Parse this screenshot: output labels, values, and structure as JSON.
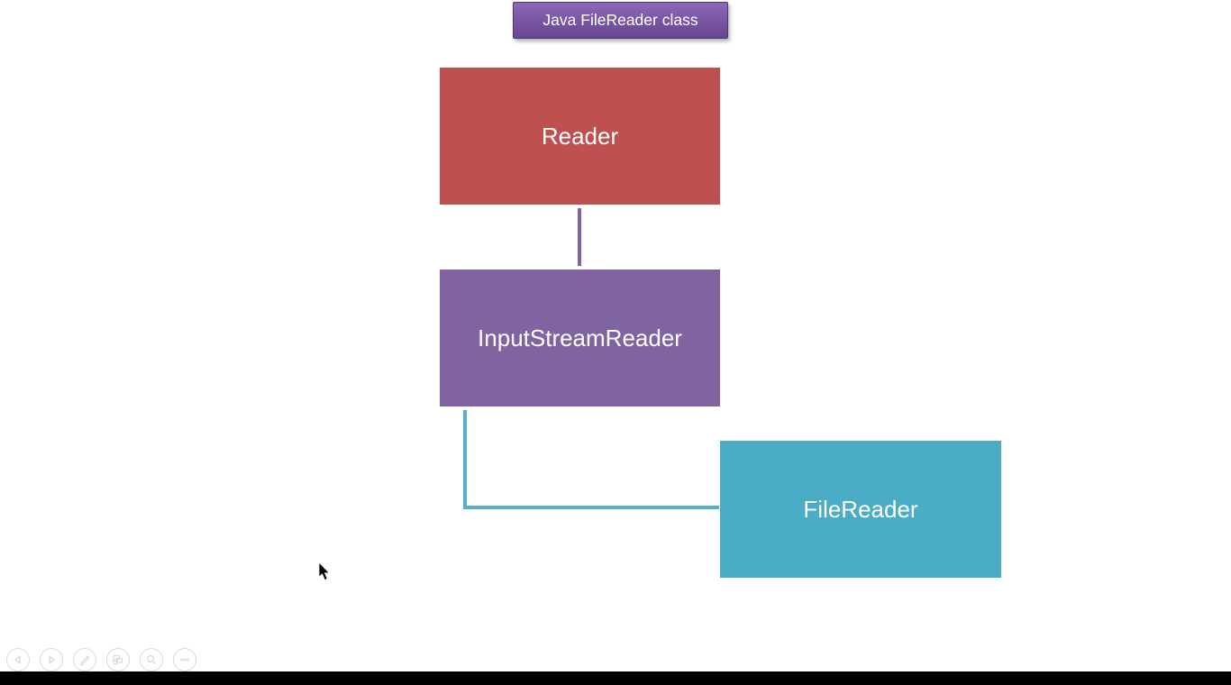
{
  "slide": {
    "title": "Java FileReader class",
    "title_style": {
      "gradient_top": "#8e69b6",
      "gradient_bottom": "#66488f",
      "border": "#4c396b",
      "text_color": "#ffffff"
    },
    "diagram": {
      "nodes": [
        {
          "label": "Reader",
          "color": "#be5150",
          "text_color": "#ffffff"
        },
        {
          "label": "InputStreamReader",
          "color": "#8064a2",
          "text_color": "#ffffff"
        },
        {
          "label": "FileReader",
          "color": "#4bacc6",
          "text_color": "#ffffff"
        }
      ],
      "connectors": [
        {
          "from": "Reader",
          "to": "InputStreamReader",
          "shape": "straight-vertical",
          "color": "#8064a2"
        },
        {
          "from": "InputStreamReader",
          "to": "FileReader",
          "shape": "elbow",
          "color": "#57afca"
        }
      ]
    },
    "background": "#ffffff"
  },
  "presenter_toolbar": {
    "icon_color": "#d9d9d9",
    "buttons": [
      {
        "name": "previous-slide",
        "icon": "triangle-left-icon"
      },
      {
        "name": "next-slide",
        "icon": "triangle-right-icon"
      },
      {
        "name": "pen-tools",
        "icon": "pen-icon"
      },
      {
        "name": "see-all-slides",
        "icon": "slides-grid-icon"
      },
      {
        "name": "zoom",
        "icon": "magnifier-icon"
      },
      {
        "name": "more-options",
        "icon": "ellipsis-icon"
      }
    ]
  },
  "bottom_bar": {
    "color": "#000000"
  }
}
